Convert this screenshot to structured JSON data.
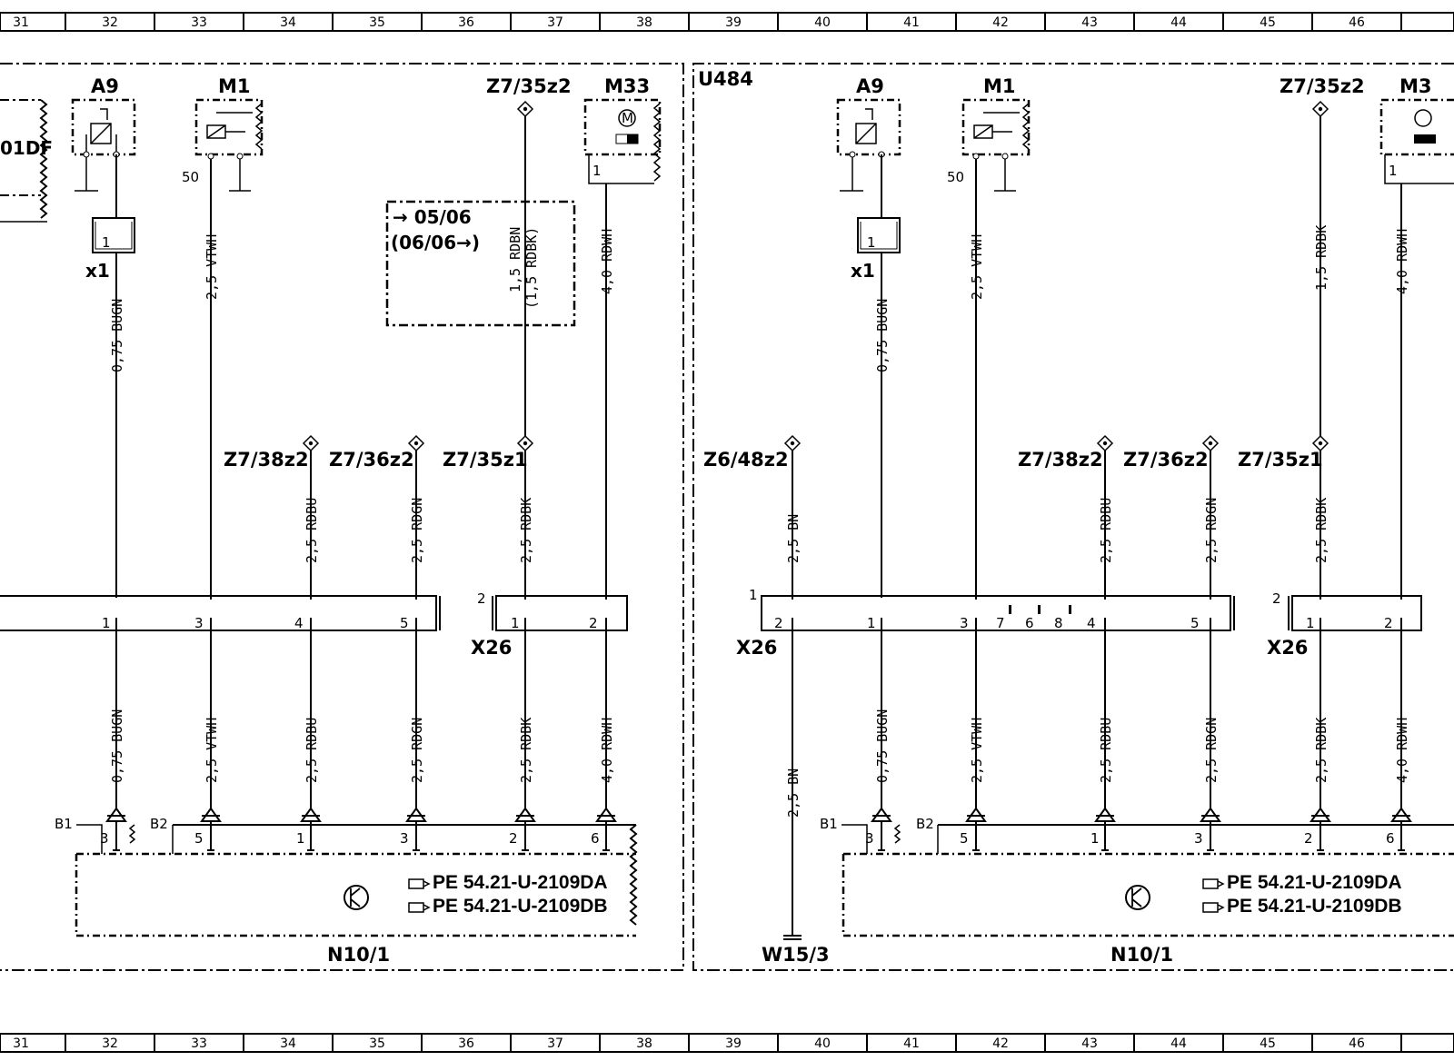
{
  "grid": [
    "31",
    "32",
    "33",
    "34",
    "35",
    "36",
    "37",
    "38",
    "39",
    "40",
    "41",
    "42",
    "43",
    "44",
    "45",
    "46"
  ],
  "variant_box": "U484",
  "left": {
    "comp_cut": "01DF",
    "a9": "A9",
    "m1": "M1",
    "m33": "M33",
    "m1_pin": "50",
    "x1": "x1",
    "x1_pin": "1",
    "x26": "X26",
    "x26_near": "2",
    "m33_pin": "1",
    "z_top": "Z7/35z2",
    "z38": "Z7/38z2",
    "z36": "Z7/36z2",
    "z35": "Z7/35z1",
    "note1": "→ 05/06",
    "note2": "(06/06→)",
    "w_bugn": "0,75  BUGN",
    "w_vtwh": "2,5  VTWH",
    "w_rdbn": "1,5  RDBN",
    "w_rdbk_paren": "(1,5  RDBK)",
    "w_rdwh": "4,0  RDWH",
    "w_rdbu": "2,5  RDBU",
    "w_rdgn": "2,5  RDGN",
    "w_rdbk": "2,5  RDBK",
    "conn_pins": [
      "1",
      "3",
      "4",
      "5"
    ],
    "x26_pins": [
      "1",
      "2"
    ],
    "b1": "B1",
    "b2": "B2",
    "ecu_pins": [
      "3",
      "5",
      "1",
      "3",
      "2",
      "6"
    ],
    "pe1": "PE   54.21-U-2109DA",
    "pe2": "PE   54.21-U-2109DB",
    "n10": "N10/1"
  },
  "right": {
    "a9": "A9",
    "m1": "M1",
    "m33_cut": "M3",
    "m1_pin": "50",
    "x1": "x1",
    "x1_pin": "1",
    "x26_a": "X26",
    "x26_b": "X26",
    "x26_near": "2",
    "conn_near": "1",
    "m33_pin": "1",
    "z_top": "Z7/35z2",
    "z648": "Z6/48z2",
    "z38": "Z7/38z2",
    "z36": "Z7/36z2",
    "z35": "Z7/35z1",
    "w_bn": "2,5  BN",
    "w_bugn": "0,75  BUGN",
    "w_vtwh": "2,5  VTWH",
    "w_rdbk15": "1,5  RDBK",
    "w_rdwh": "4,0  RDWH",
    "w_rdbu": "2,5  RDBU",
    "w_rdgn": "2,5  RDGN",
    "w_rdbk": "2,5  RDBK",
    "conn_pins": [
      "2",
      "1",
      "3",
      "7",
      "6",
      "8",
      "4",
      "5"
    ],
    "x26_pins": [
      "1",
      "2"
    ],
    "b1": "B1",
    "b2": "B2",
    "ecu_pins": [
      "3",
      "5",
      "1",
      "3",
      "2",
      "6"
    ],
    "pe1": "PE   54.21-U-2109DA",
    "pe2": "PE   54.21-U-2109DB",
    "n10": "N10/1",
    "w15": "W15/3"
  }
}
